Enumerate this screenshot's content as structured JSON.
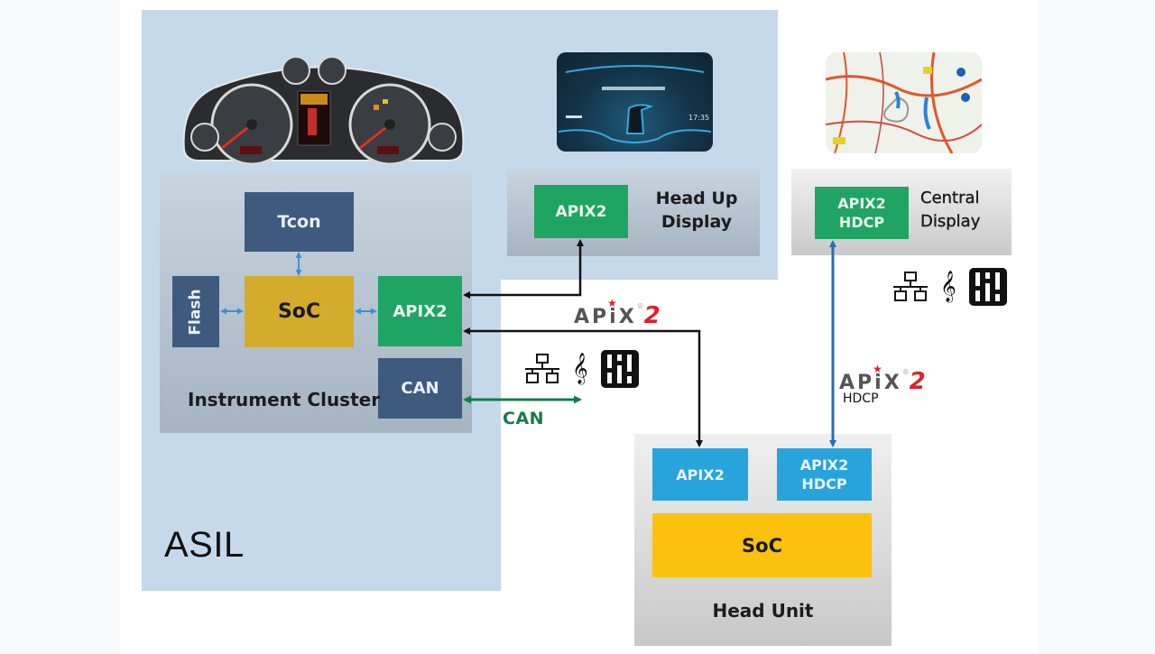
{
  "diagram": {
    "zones": {
      "asil": {
        "label": "ASIL",
        "color": "#c6d9ea"
      }
    },
    "groups": {
      "instrument_cluster": {
        "label": "Instrument Cluster",
        "blocks": {
          "tcon": "Tcon",
          "flash": "Flash",
          "soc": "SoC",
          "apix2": "APIX2",
          "can": "CAN"
        }
      },
      "head_up_display": {
        "label_line1": "Head Up",
        "label_line2": "Display",
        "blocks": {
          "apix2": "APIX2"
        },
        "screen": {
          "clock": "17:35"
        }
      },
      "central_display": {
        "label_line1": "Central",
        "label_line2": "Display",
        "blocks": {
          "apix2_line1": "APIX2",
          "apix2_line2": "HDCP"
        }
      },
      "head_unit": {
        "label": "Head Unit",
        "blocks": {
          "apix2": "APIX2",
          "apix2_hdcp_line1": "APIX2",
          "apix2_hdcp_line2": "HDCP",
          "soc": "SoC"
        }
      }
    },
    "links": {
      "apix2_logo": {
        "text": "APiX",
        "suffix": "2"
      },
      "apix2_hdcp_logo": {
        "text": "APiX",
        "suffix": "2",
        "sub": "HDCP"
      },
      "can_bus": {
        "label": "CAN"
      }
    },
    "icons": [
      "network-icon",
      "treble-clef-icon",
      "equalizer-icon"
    ],
    "colors": {
      "navy_block": "#3e5a7e",
      "green_block": "#1fa463",
      "mustard_soc": "#d4ac2b",
      "yellow_soc": "#fcc10f",
      "blue_block": "#29a3dc",
      "can_arrow": "#177a4c",
      "hdcp_arrow": "#2a6db5",
      "apix_link": "#111111",
      "logo_red": "#e0202a"
    }
  }
}
